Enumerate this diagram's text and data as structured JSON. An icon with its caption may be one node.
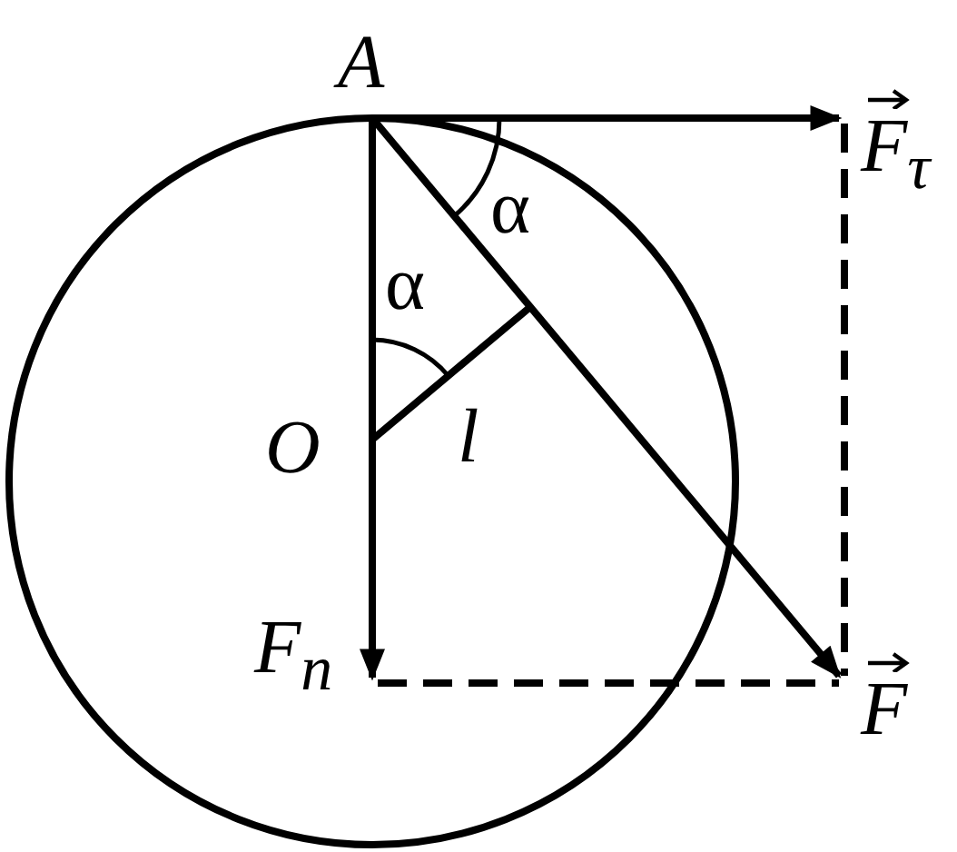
{
  "diagram": {
    "labels": [
      "A",
      "F$_{τ}$",
      "α",
      "α",
      "O",
      "l",
      "F$_{n}$",
      "F"
    ]
  }
}
